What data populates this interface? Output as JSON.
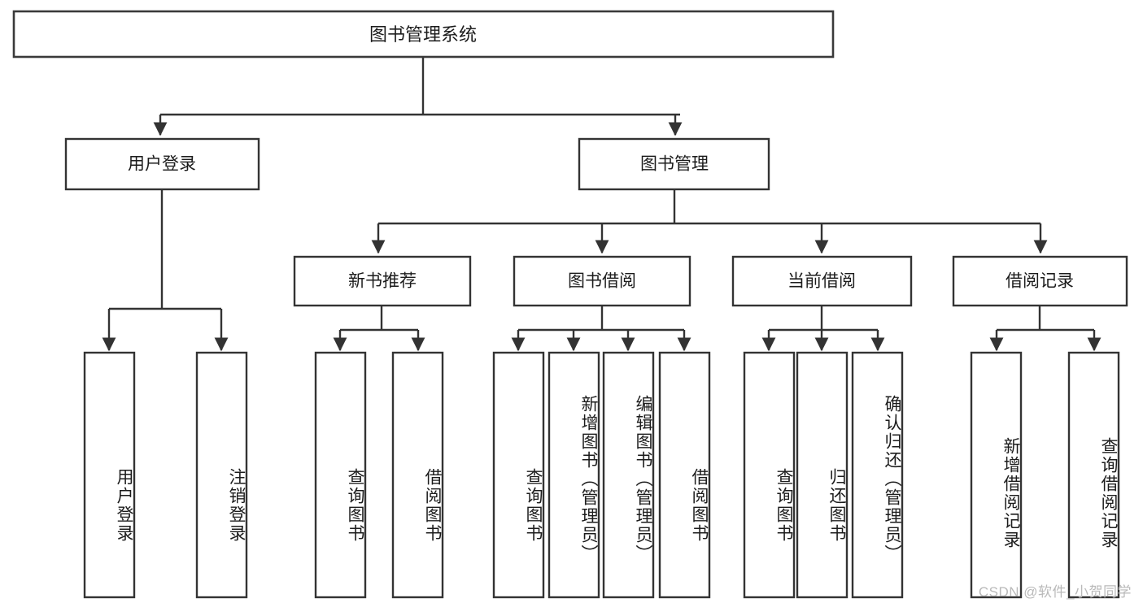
{
  "diagram": {
    "title": "图书管理系统",
    "type": "tree",
    "root": {
      "id": "root",
      "label": "图书管理系统"
    },
    "level2": [
      {
        "id": "user-login",
        "label": "用户登录"
      },
      {
        "id": "book-manage",
        "label": "图书管理"
      }
    ],
    "level3": [
      {
        "id": "new-book-recommend",
        "label": "新书推荐",
        "parent": "book-manage"
      },
      {
        "id": "book-borrow",
        "label": "图书借阅",
        "parent": "book-manage"
      },
      {
        "id": "current-borrow",
        "label": "当前借阅",
        "parent": "book-manage"
      },
      {
        "id": "borrow-record",
        "label": "借阅记录",
        "parent": "book-manage"
      }
    ],
    "leaves": {
      "user-login": [
        {
          "id": "leaf-user-login",
          "label": "用户登录"
        },
        {
          "id": "leaf-user-logout",
          "label": "注销登录"
        }
      ],
      "new-book-recommend": [
        {
          "id": "leaf-query-book-1",
          "label": "查询图书"
        },
        {
          "id": "leaf-borrow-book-1",
          "label": "借阅图书"
        }
      ],
      "book-borrow": [
        {
          "id": "leaf-query-book-2",
          "label": "查询图书"
        },
        {
          "id": "leaf-add-book",
          "label": "新增图书（管理员）"
        },
        {
          "id": "leaf-edit-book",
          "label": "编辑图书（管理员）"
        },
        {
          "id": "leaf-borrow-book-2",
          "label": "借阅图书"
        }
      ],
      "current-borrow": [
        {
          "id": "leaf-query-book-3",
          "label": "查询图书"
        },
        {
          "id": "leaf-return-book",
          "label": "归还图书"
        },
        {
          "id": "leaf-confirm-return",
          "label": "确认归还（管理员）"
        }
      ],
      "borrow-record": [
        {
          "id": "leaf-add-record",
          "label": "新增借阅记录"
        },
        {
          "id": "leaf-query-record",
          "label": "查询借阅记录"
        }
      ]
    }
  },
  "watermark": {
    "text": "CSDN @软件_小贺同学"
  },
  "colors": {
    "stroke": "#333333",
    "box_fill": "#ffffff",
    "text": "#1c1c1c",
    "watermark": "#b9b9b9",
    "background": "#ffffff"
  }
}
